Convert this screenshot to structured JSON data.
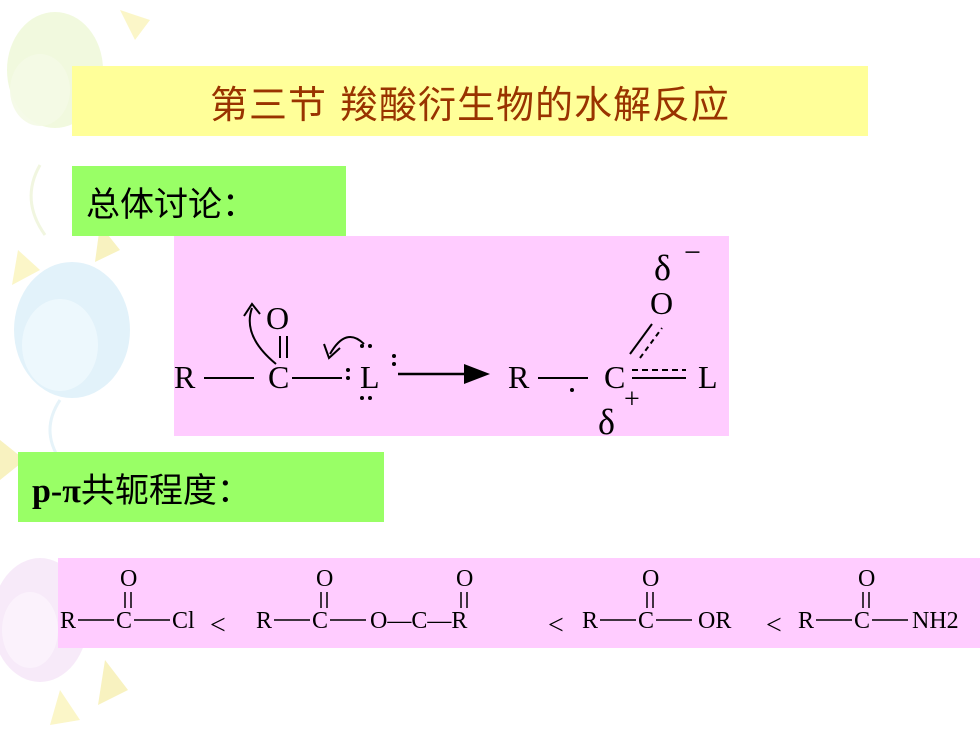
{
  "title": "第三节  羧酸衍生物的水解反应",
  "section1": "总体讨论：",
  "section2": {
    "prefix": "p-π",
    "suffix": "共轭程度："
  },
  "mechanism": {
    "left": {
      "r": "R",
      "c": "C",
      "o": "O",
      "l": "L"
    },
    "right": {
      "r": "R",
      "c": "C",
      "o": "O",
      "l": "L",
      "delta_minus": "δ",
      "minus": "−",
      "delta_plus": "δ",
      "plus": "+"
    }
  },
  "reactivity_order": {
    "items": [
      {
        "left": "R",
        "substituent": "Cl"
      },
      {
        "left": "R",
        "substituent": "O—C—R"
      },
      {
        "left": "R",
        "substituent": "OR"
      },
      {
        "left": "R",
        "substituent": "NH2"
      }
    ],
    "separator": "<",
    "carbonyl_o": "O",
    "carbonyl_c": "C"
  },
  "colors": {
    "title_bg": "#ffff99",
    "title_text": "#993300",
    "section_bg": "#99ff66",
    "formula_bg": "#ffccff"
  }
}
